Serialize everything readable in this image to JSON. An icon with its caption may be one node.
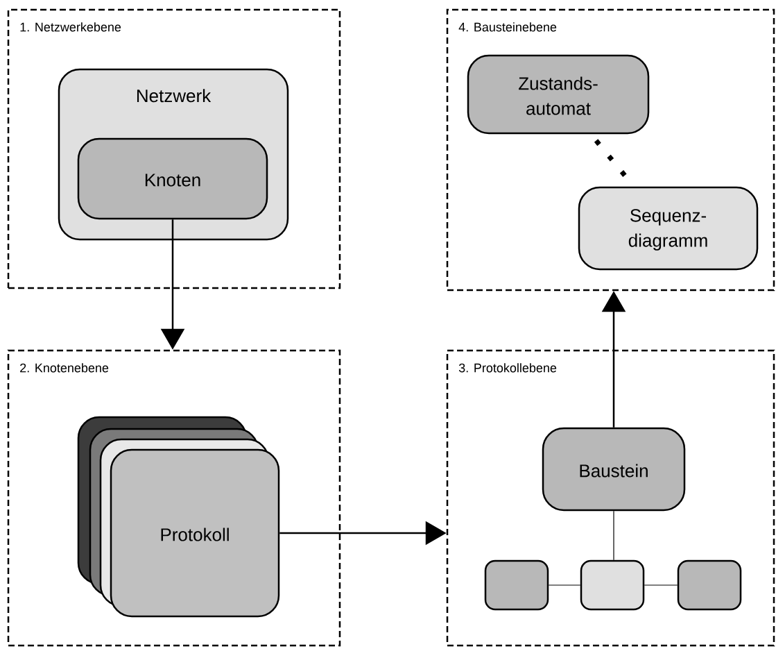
{
  "diagram": {
    "nodes": [
      {
        "text": [
          "1. Netzwerkebene"
        ]
      },
      {
        "text": [
          "Netzwerk"
        ],
        "in": 0
      },
      {
        "text": [
          "Knoten"
        ],
        "in": 1
      },
      {
        "text": [
          "4. Bausteinebene"
        ]
      },
      {
        "text": [
          "Zustands- automat"
        ],
        "in": 3
      },
      {
        "text": [
          "Sequenz- diagramm"
        ],
        "in": 3
      },
      {
        "text": [
          "2. Knotenebene"
        ]
      },
      {
        "text": [
          "Protokoll"
        ],
        "in": 6
      },
      {
        "text": [
          "3. Protokollebene"
        ]
      },
      {
        "text": [
          "Baustein"
        ],
        "in": 8
      },
      {
        "text": [],
        "shape": "box",
        "in": 8
      },
      {
        "text": [],
        "shape": "box",
        "in": 8
      },
      {
        "text": [],
        "shape": "box",
        "in": 8
      }
    ],
    "edges": [
      {
        "from": 2,
        "to": 6,
        "arrow": "to"
      },
      {
        "from": 7,
        "to": 8,
        "arrow": "to"
      },
      {
        "from": 9,
        "to": 3,
        "arrow": "to"
      },
      {
        "from": 4,
        "to": 5,
        "arrow": "none",
        "style": "dashed"
      },
      {
        "from": 9,
        "to": 11,
        "arrow": "none"
      },
      {
        "from": 10,
        "to": 11,
        "arrow": "none"
      },
      {
        "from": 11,
        "to": 12,
        "arrow": "none"
      }
    ]
  }
}
